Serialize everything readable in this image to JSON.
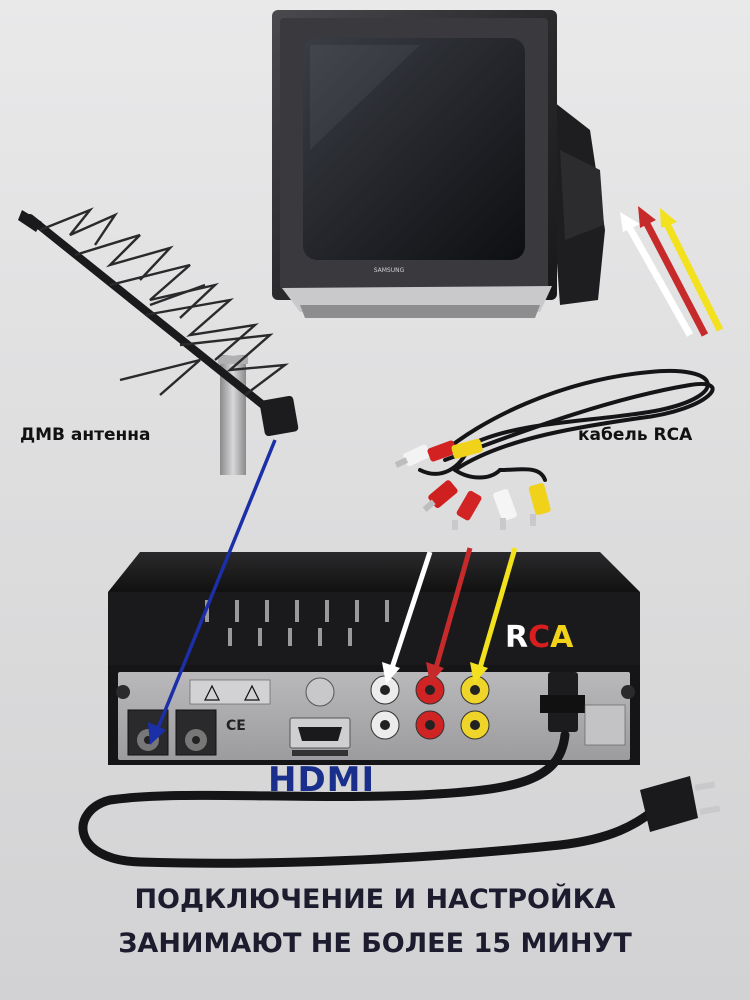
{
  "labels": {
    "antenna": "ДМВ антенна",
    "rca_cable": "кабель RCA",
    "hdmi": "HDMI",
    "rca_letters": [
      "R",
      "C",
      "A"
    ],
    "tv_brand": "SAMSUNG"
  },
  "caption": {
    "line1": "ПОДКЛЮЧЕНИЕ И НАСТРОЙКА",
    "line2": "ЗАНИМАЮТ НЕ БОЛЕЕ 15 МИНУТ"
  },
  "colors": {
    "antenna_arrow": "#1b2fa8",
    "white_arrow": "#ffffff",
    "red_arrow": "#cc2222",
    "yellow_arrow": "#f2e11c",
    "hdmi_text": "#1a2f8c",
    "caption_text": "#1c1c2e"
  }
}
